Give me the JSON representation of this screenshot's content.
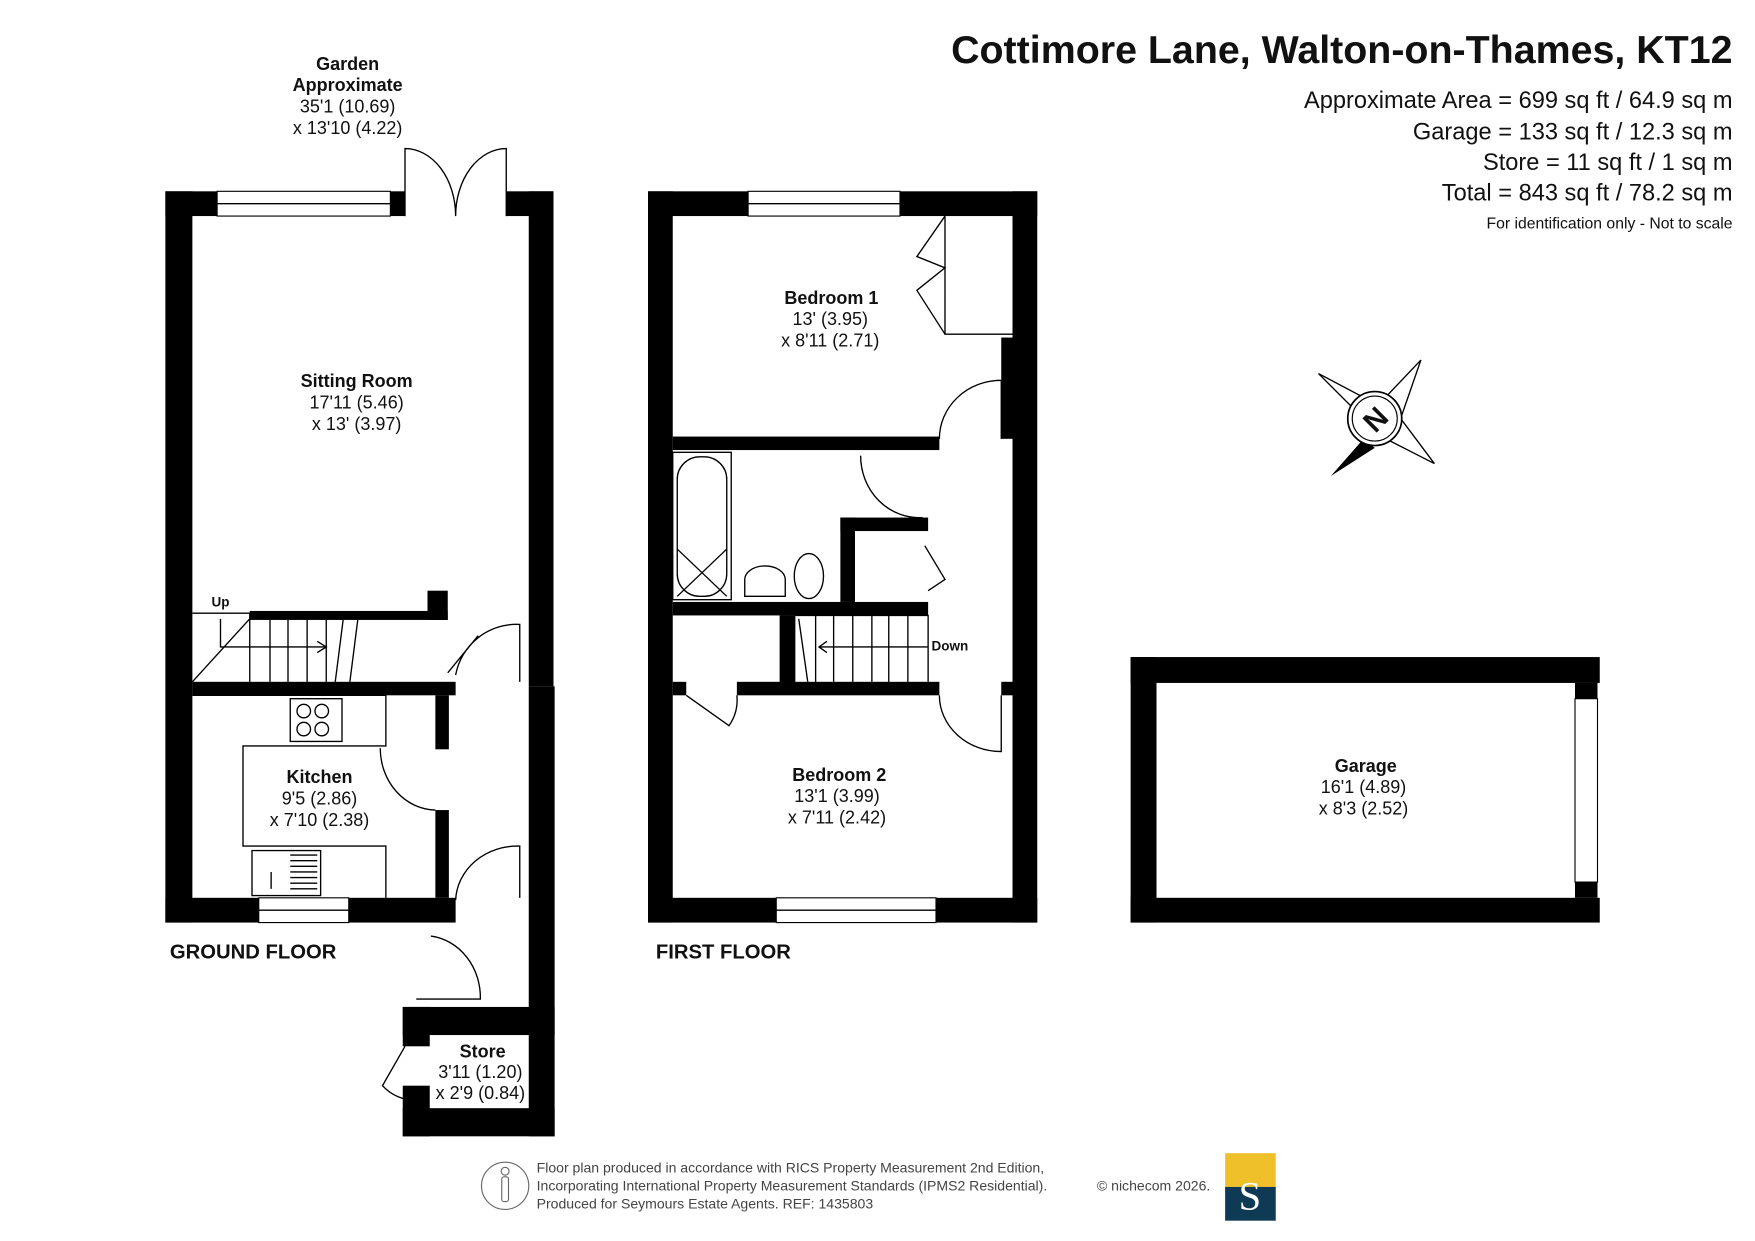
{
  "header": {
    "title": "Cottimore Lane, Walton-on-Thames, KT12",
    "areas": [
      "Approximate Area = 699 sq ft / 64.9 sq m",
      "Garage = 133 sq ft / 12.3 sq m",
      "Store = 11 sq ft / 1 sq m",
      "Total = 843 sq ft / 78.2 sq m"
    ],
    "note": "For identification only - Not to scale"
  },
  "garden": {
    "name": "Garden",
    "line2": "Approximate",
    "dim1": "35'1 (10.69)",
    "dim2": "x 13'10 (4.22)"
  },
  "ground_floor": {
    "label": "GROUND FLOOR",
    "stairs_label": "Up",
    "rooms": [
      {
        "name": "Sitting Room",
        "dim1": "17'11 (5.46)",
        "dim2": "x 13' (3.97)"
      },
      {
        "name": "Kitchen",
        "dim1": "9'5 (2.86)",
        "dim2": "x 7'10 (2.38)"
      },
      {
        "name": "Store",
        "dim1": "3'11 (1.20)",
        "dim2": "x 2'9 (0.84)"
      }
    ]
  },
  "first_floor": {
    "label": "FIRST FLOOR",
    "stairs_label": "Down",
    "rooms": [
      {
        "name": "Bedroom 1",
        "dim1": "13' (3.95)",
        "dim2": "x 8'11 (2.71)"
      },
      {
        "name": "Bedroom 2",
        "dim1": "13'1 (3.99)",
        "dim2": "x 7'11 (2.42)"
      }
    ]
  },
  "garage": {
    "name": "Garage",
    "dim1": "16'1 (4.89)",
    "dim2": "x 8'3 (2.52)"
  },
  "compass": {
    "letter": "N"
  },
  "footer": {
    "lines": [
      "Floor plan produced in accordance with RICS Property Measurement 2nd Edition,",
      "Incorporating International Property Measurement Standards (IPMS2 Residential).",
      "Produced for Seymours Estate Agents.   REF: 1435803"
    ],
    "copyright": "© nichecom 2026.",
    "logo_letter": "S",
    "logo_colors": {
      "top": "#f0c02a",
      "bottom": "#0f3a55"
    }
  }
}
